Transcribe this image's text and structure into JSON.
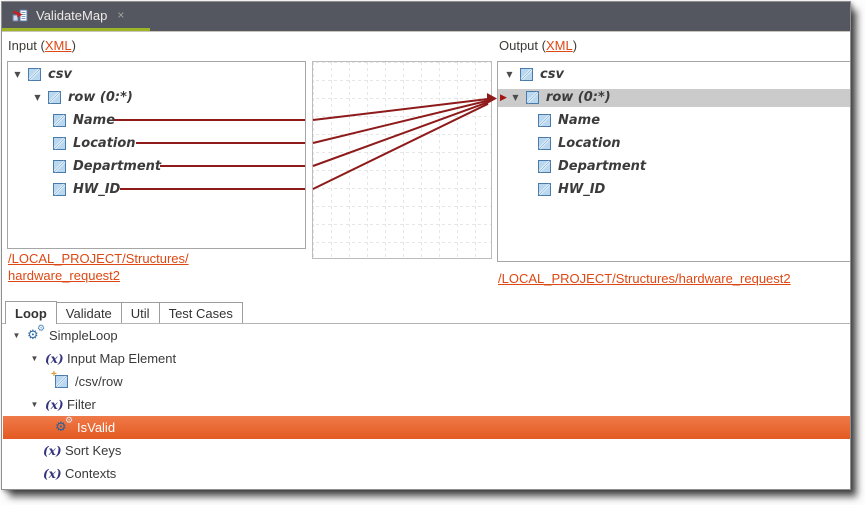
{
  "window": {
    "tab_title": "ValidateMap"
  },
  "icons": {
    "close_glyph": "×",
    "collapse_glyph": "▼",
    "marker_glyph": "▶",
    "fx_glyph": "(x)",
    "gear_glyph": "⚙",
    "new_glyph": "+"
  },
  "colors": {
    "link_orange": "#dd4814",
    "selection_orange": "#e8622c",
    "mapping_line": "#8e1a1a",
    "tab_underline_green": "#9cb628",
    "selected_row_gray": "#cbcbcb",
    "tabbar_bg": "#54575f"
  },
  "mapper": {
    "input": {
      "header_prefix": "Input (",
      "header_link": "XML",
      "header_suffix": ")",
      "root": "csv",
      "repeat_node": "row (0:*)",
      "fields": [
        "Name",
        "Location",
        "Department",
        "HW_ID"
      ],
      "structure_link_line1": "/LOCAL_PROJECT/Structures/",
      "structure_link_line2": "hardware_request2"
    },
    "output": {
      "header_prefix": "Output (",
      "header_link": "XML",
      "header_suffix": ")",
      "root": "csv",
      "repeat_node": "row (0:*)",
      "fields": [
        "Name",
        "Location",
        "Department",
        "HW_ID"
      ],
      "structure_link": "/LOCAL_PROJECT/Structures/hardware_request2"
    },
    "mappings": [
      {
        "from": "Name",
        "to": "row (0:*)"
      },
      {
        "from": "Location",
        "to": "row (0:*)"
      },
      {
        "from": "Department",
        "to": "row (0:*)"
      },
      {
        "from": "HW_ID",
        "to": "row (0:*)"
      }
    ]
  },
  "bottom": {
    "tabs": [
      {
        "label": "Loop",
        "active": true
      },
      {
        "label": "Validate",
        "active": false
      },
      {
        "label": "Util",
        "active": false
      },
      {
        "label": "Test Cases",
        "active": false
      }
    ],
    "tree": [
      {
        "label": "SimpleLoop",
        "icon": "gears",
        "level": 0,
        "expanded": true,
        "selected": false
      },
      {
        "label": "Input Map Element",
        "icon": "fx",
        "level": 1,
        "expanded": true,
        "selected": false
      },
      {
        "label": "/csv/row",
        "icon": "element-new",
        "level": 2,
        "selected": false
      },
      {
        "label": "Filter",
        "icon": "fx",
        "level": 1,
        "expanded": true,
        "selected": false
      },
      {
        "label": "IsValid",
        "icon": "gears",
        "level": 2,
        "selected": true
      },
      {
        "label": "Sort Keys",
        "icon": "fx",
        "level": 1,
        "selected": false
      },
      {
        "label": "Contexts",
        "icon": "fx",
        "level": 1,
        "selected": false
      }
    ]
  }
}
